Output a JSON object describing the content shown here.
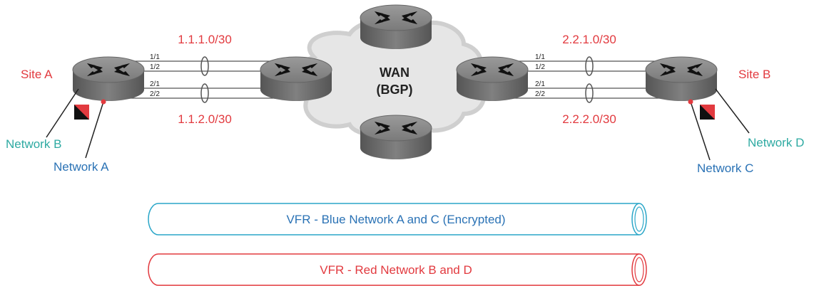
{
  "wan": {
    "line1": "WAN",
    "line2": "(BGP)"
  },
  "sites": {
    "a": "Site A",
    "b": "Site B"
  },
  "networks": {
    "a": "Network A",
    "b": "Network B",
    "c": "Network C",
    "d": "Network D"
  },
  "subnets": {
    "left_top": "1.1.1.0/30",
    "left_bottom": "1.1.2.0/30",
    "right_top": "2.2.1.0/30",
    "right_bottom": "2.2.2.0/30"
  },
  "ports": {
    "left": [
      "1/1",
      "1/2",
      "2/1",
      "2/2"
    ],
    "right": [
      "1/1",
      "1/2",
      "2/1",
      "2/2"
    ]
  },
  "pipes": {
    "blue": "VFR - Blue Network A and C (Encrypted)",
    "red": "VFR - Red Network B and D"
  },
  "colors": {
    "red": "#e23a3f",
    "teal": "#2eaaa2",
    "blue": "#2a72b5",
    "router_top": "#8a8a8a",
    "router_side": "#6b6b6b",
    "cloud": "#d9d9d9"
  }
}
